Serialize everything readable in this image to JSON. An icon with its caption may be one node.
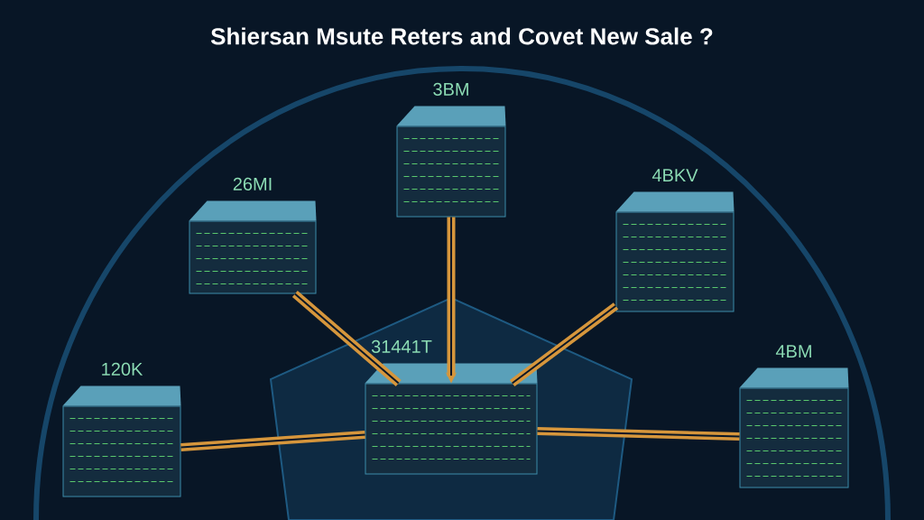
{
  "diagram": {
    "title": "Shiersan Msute Reters and Covet New Sale ?",
    "nodes": [
      {
        "text": [
          "3BM"
        ]
      },
      {
        "text": [
          "26MI"
        ]
      },
      {
        "text": [
          "4BKV"
        ]
      },
      {
        "text": [
          "120K"
        ]
      },
      {
        "text": [
          "31441T"
        ]
      },
      {
        "text": [
          "4BM"
        ]
      }
    ],
    "edges": [
      {
        "from": 1,
        "to": 4,
        "arrow": "none"
      },
      {
        "from": 0,
        "to": 4,
        "arrow": "to"
      },
      {
        "from": 2,
        "to": 4,
        "arrow": "none"
      },
      {
        "from": 3,
        "to": 4,
        "arrow": "none"
      },
      {
        "from": 5,
        "to": 4,
        "arrow": "none"
      }
    ]
  }
}
